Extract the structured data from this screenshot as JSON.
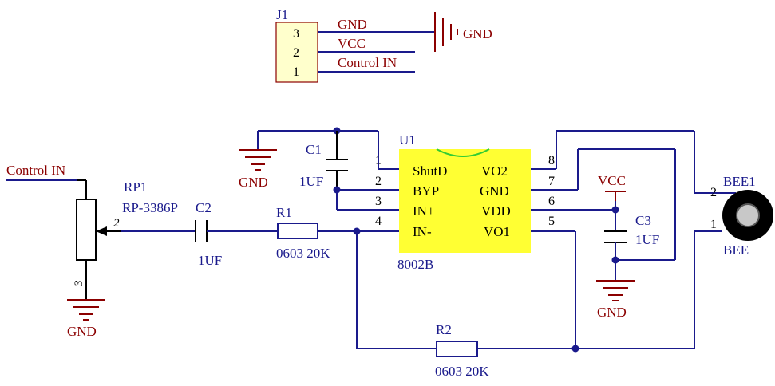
{
  "j1": {
    "designator": "J1",
    "pins": [
      "3",
      "2",
      "1"
    ],
    "nets": [
      "GND",
      "VCC",
      "Control IN"
    ]
  },
  "power": {
    "gnd": "GND",
    "vcc": "VCC"
  },
  "control_in": "Control IN",
  "rp1": {
    "designator": "RP1",
    "value": "RP-3386P",
    "pin_wiper": "2",
    "pin_bottom": "3"
  },
  "c1": {
    "designator": "C1",
    "value": "1UF"
  },
  "c2": {
    "designator": "C2",
    "value": "1UF"
  },
  "c3": {
    "designator": "C3",
    "value": "1UF"
  },
  "r1": {
    "designator": "R1",
    "value": "0603 20K"
  },
  "r2": {
    "designator": "R2",
    "value": "0603 20K"
  },
  "u1": {
    "designator": "U1",
    "part": "8002B",
    "left_pins": [
      {
        "num": "1",
        "name": "ShutD"
      },
      {
        "num": "2",
        "name": "BYP"
      },
      {
        "num": "3",
        "name": "IN+"
      },
      {
        "num": "4",
        "name": "IN-"
      }
    ],
    "right_pins": [
      {
        "num": "8",
        "name": "VO2"
      },
      {
        "num": "7",
        "name": "GND"
      },
      {
        "num": "6",
        "name": "VDD"
      },
      {
        "num": "5",
        "name": "VO1"
      }
    ]
  },
  "bee1": {
    "designator": "BEE1",
    "value": "BEE",
    "pin2": "2",
    "pin1": "1"
  },
  "colors": {
    "wire": "#1a1a8c",
    "power": "#8b0000",
    "ic_fill": "#ffff33",
    "connector_fill": "#ffffcc"
  }
}
